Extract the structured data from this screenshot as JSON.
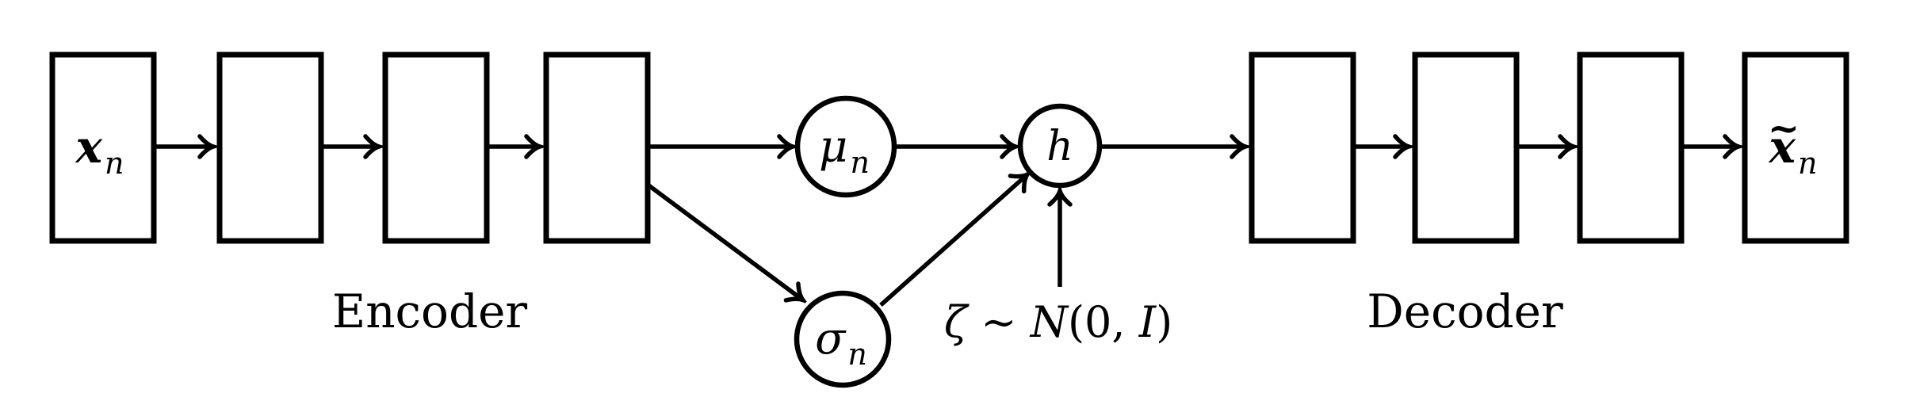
{
  "diagram": {
    "kind": "autoencoder-architecture",
    "colors": {
      "background": "#ffffff",
      "ink": "#000000"
    },
    "encoder": {
      "section_label": "Encoder",
      "layer_count": 4,
      "input_label": {
        "base": "x",
        "sub": "n"
      }
    },
    "decoder": {
      "section_label": "Decoder",
      "layer_count": 4,
      "output_label": {
        "tilde": "~",
        "base": "x",
        "sub": "n"
      }
    },
    "latent": {
      "mu": {
        "base": "μ",
        "sub": "n"
      },
      "sigma": {
        "base": "σ",
        "sub": "n"
      },
      "h": {
        "base": "h"
      },
      "noise_parts": [
        "ζ",
        " ∼ ",
        "N",
        "(0, ",
        "I",
        ")"
      ]
    }
  }
}
